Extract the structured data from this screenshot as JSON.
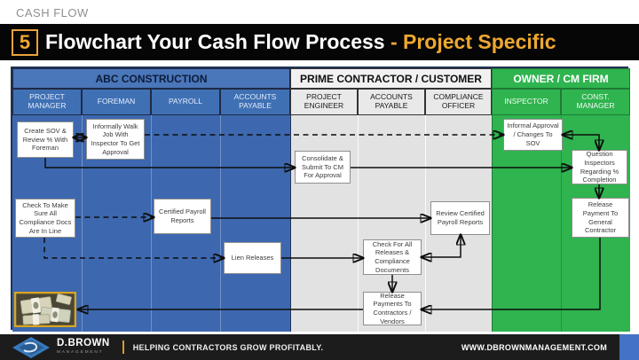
{
  "kicker": "CASH FLOW",
  "title_bar": {
    "number": "5",
    "title": "Flowchart Your Cash Flow Process",
    "subtitle": "- Project Specific"
  },
  "groups": [
    {
      "name": "ABC CONSTRUCTION",
      "columns": [
        "PROJECT MANAGER",
        "FOREMAN",
        "PAYROLL",
        "ACCOUNTS PAYABLE"
      ]
    },
    {
      "name": "PRIME CONTRACTOR / CUSTOMER",
      "columns": [
        "PROJECT ENGINEER",
        "ACCOUNTS PAYABLE",
        "COMPLIANCE OFFICER"
      ]
    },
    {
      "name": "OWNER / CM FIRM",
      "columns": [
        "INSPECTOR",
        "CONST. MANAGER"
      ]
    }
  ],
  "boxes": {
    "create_sov": "Create SOV & Review % With Foreman",
    "informally_walk": "Informally Walk Job With Inspector To Get Approval",
    "check_docs": "Check To Make Sure All Compliance Docs Are In Line",
    "certified_payroll": "Certified Payroll Reports",
    "lien_releases": "Lien Releases",
    "consolidate": "Consolidate & Submit To CM For Approval",
    "check_for_all": "Check For All Releases & Compliance Documents",
    "release_payments": "Release Payments To Contractors / Vendors",
    "review_certified": "Review Certified Payroll Reports",
    "informal_approval": "Informal Approval / Changes To SOV",
    "question_inspectors": "Question Inspectors Regarding % Completion",
    "release_gc": "Release Payment To General Contractor"
  },
  "footer": {
    "brand": "D.BROWN",
    "brand_sub": "MANAGEMENT",
    "tagline": "HELPING CONTRACTORS GROW PROFITABLY.",
    "website": "WWW.DBROWNMANAGEMENT.COM"
  },
  "colors": {
    "abc_blue_body": "#3d68af",
    "abc_blue_header": "#4a76ba",
    "prime_gray_body": "#e2e2e2",
    "prime_gray_header": "#f1f1f1",
    "owner_green": "#2fb44f",
    "accent_gold": "#efa82f",
    "title_bar_black": "#060606",
    "footer_dark": "#1c1c1c",
    "footer_blue_chip": "#4472c4",
    "connector_black": "#0d0d0d"
  }
}
